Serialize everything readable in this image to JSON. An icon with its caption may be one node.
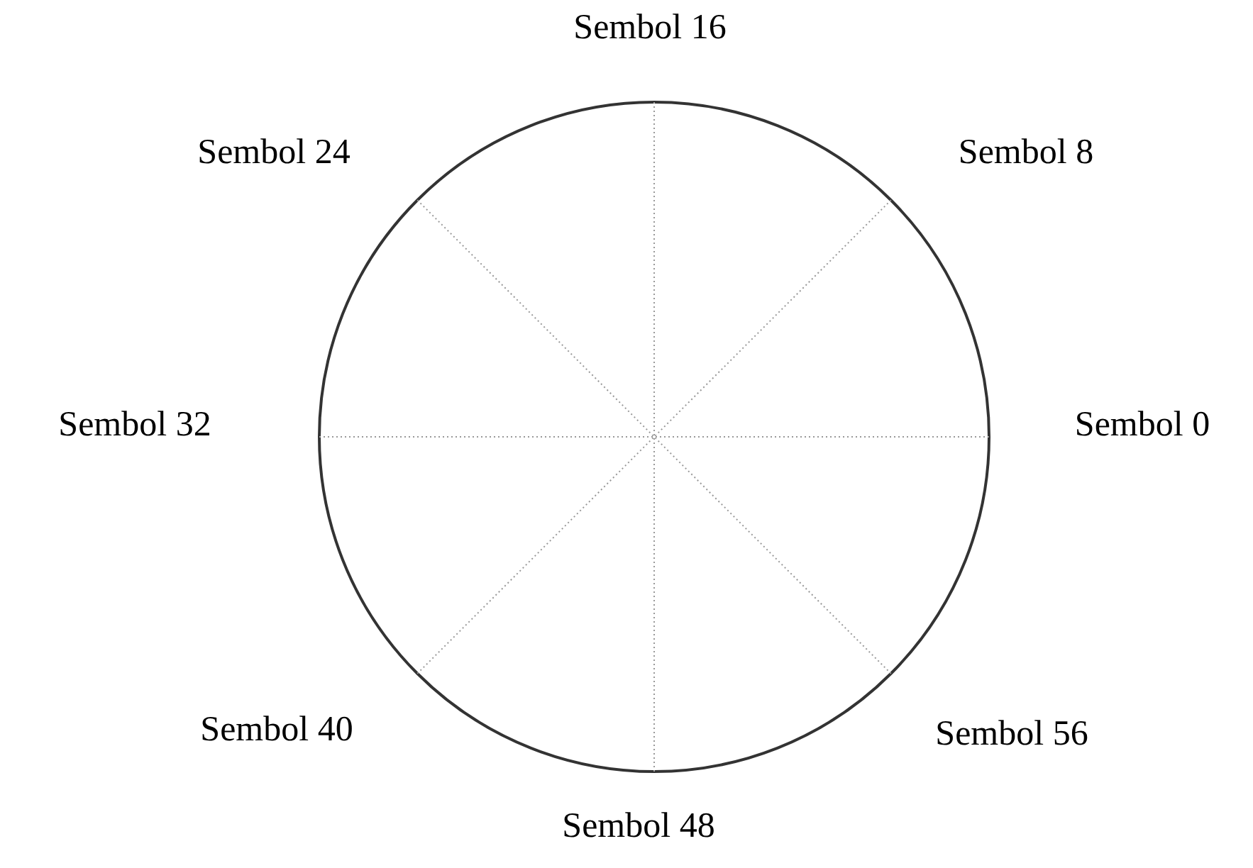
{
  "diagram": {
    "labels": [
      "Sembol 16",
      "Sembol 24",
      "Sembol 8",
      "Sembol 32",
      "Sembol 0",
      "Sembol 40",
      "Sembol 56",
      "Sembol 48"
    ]
  }
}
